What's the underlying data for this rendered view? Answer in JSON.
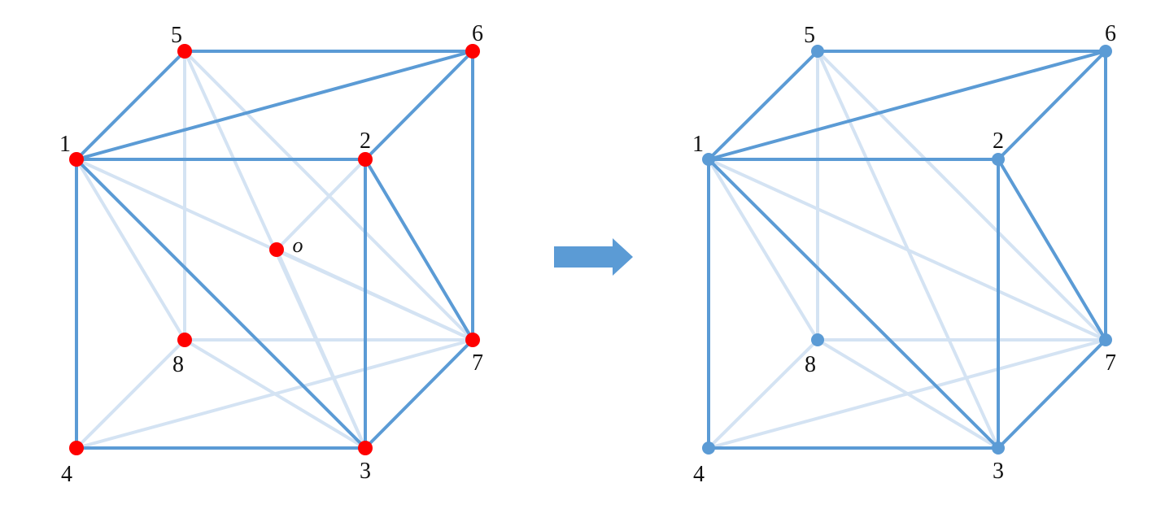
{
  "colors": {
    "edge": "#5b9bd5",
    "edge_faint": "#d4e3f3",
    "vertex_left": "#ff0000",
    "vertex_right": "#5b9bd5",
    "arrow": "#5b9bd5",
    "label": "#111111"
  },
  "arrow_icon": "right-arrow-icon",
  "vertex_labels": [
    "1",
    "2",
    "3",
    "4",
    "5",
    "6",
    "7",
    "8"
  ],
  "center_label": "o",
  "left_diagram": {
    "strong_edges": [
      [
        "1",
        "2"
      ],
      [
        "2",
        "3"
      ],
      [
        "3",
        "4"
      ],
      [
        "4",
        "1"
      ],
      [
        "1",
        "5"
      ],
      [
        "5",
        "6"
      ],
      [
        "6",
        "2"
      ],
      [
        "6",
        "7"
      ],
      [
        "3",
        "7"
      ],
      [
        "1",
        "6"
      ],
      [
        "1",
        "3"
      ],
      [
        "2",
        "7"
      ]
    ],
    "faint_edges": [
      [
        "5",
        "8"
      ],
      [
        "8",
        "7"
      ],
      [
        "4",
        "8"
      ],
      [
        "1",
        "8"
      ],
      [
        "1",
        "7"
      ],
      [
        "4",
        "7"
      ],
      [
        "5",
        "3"
      ],
      [
        "3",
        "8"
      ],
      [
        "5",
        "7"
      ],
      [
        "o",
        "2"
      ],
      [
        "o",
        "7"
      ],
      [
        "o",
        "3"
      ]
    ],
    "show_center": true
  },
  "right_diagram": {
    "strong_edges": [
      [
        "1",
        "2"
      ],
      [
        "2",
        "3"
      ],
      [
        "3",
        "4"
      ],
      [
        "4",
        "1"
      ],
      [
        "1",
        "5"
      ],
      [
        "5",
        "6"
      ],
      [
        "6",
        "2"
      ],
      [
        "6",
        "7"
      ],
      [
        "3",
        "7"
      ],
      [
        "1",
        "6"
      ],
      [
        "1",
        "3"
      ],
      [
        "2",
        "7"
      ]
    ],
    "faint_edges": [
      [
        "5",
        "8"
      ],
      [
        "8",
        "7"
      ],
      [
        "4",
        "8"
      ],
      [
        "1",
        "8"
      ],
      [
        "1",
        "7"
      ],
      [
        "4",
        "7"
      ],
      [
        "5",
        "3"
      ],
      [
        "3",
        "8"
      ],
      [
        "5",
        "7"
      ]
    ],
    "show_center": false
  }
}
